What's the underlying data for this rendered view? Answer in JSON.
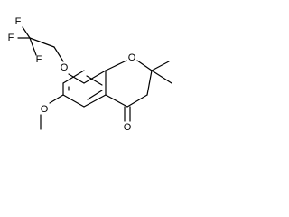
{
  "molecule": {
    "atoms": [
      {
        "id": "F1",
        "label": "F"
      },
      {
        "id": "F2",
        "label": "F"
      },
      {
        "id": "F3",
        "label": "F"
      },
      {
        "id": "O_trifluoroethoxy",
        "label": "O"
      },
      {
        "id": "O_ring",
        "label": "O"
      },
      {
        "id": "O_methoxy",
        "label": "O"
      },
      {
        "id": "O_ketone",
        "label": "O"
      }
    ]
  }
}
